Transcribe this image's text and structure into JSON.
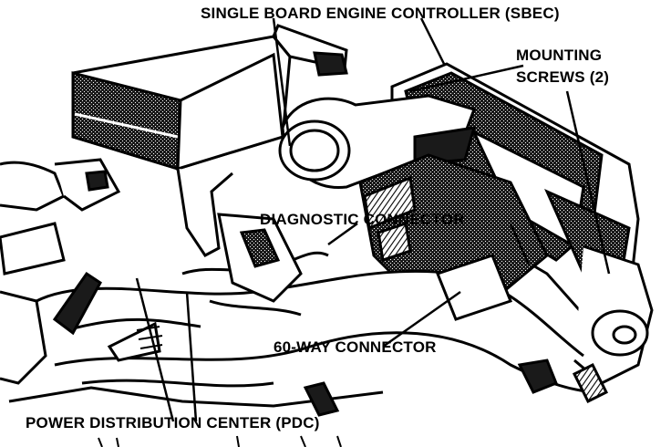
{
  "labels": {
    "sbec": "SINGLE BOARD ENGINE CONTROLLER (SBEC)",
    "mounting_screws_line1": "MOUNTING",
    "mounting_screws_line2": "SCREWS (2)",
    "diagnostic_connector": "DIAGNOSTIC CONNECTOR",
    "sixty_way_connector": "60-WAY CONNECTOR",
    "pdc": "POWER DISTRIBUTION CENTER (PDC)"
  },
  "colors": {
    "ink": "#000000",
    "paper": "#ffffff",
    "shade": "#3a3a3a"
  }
}
